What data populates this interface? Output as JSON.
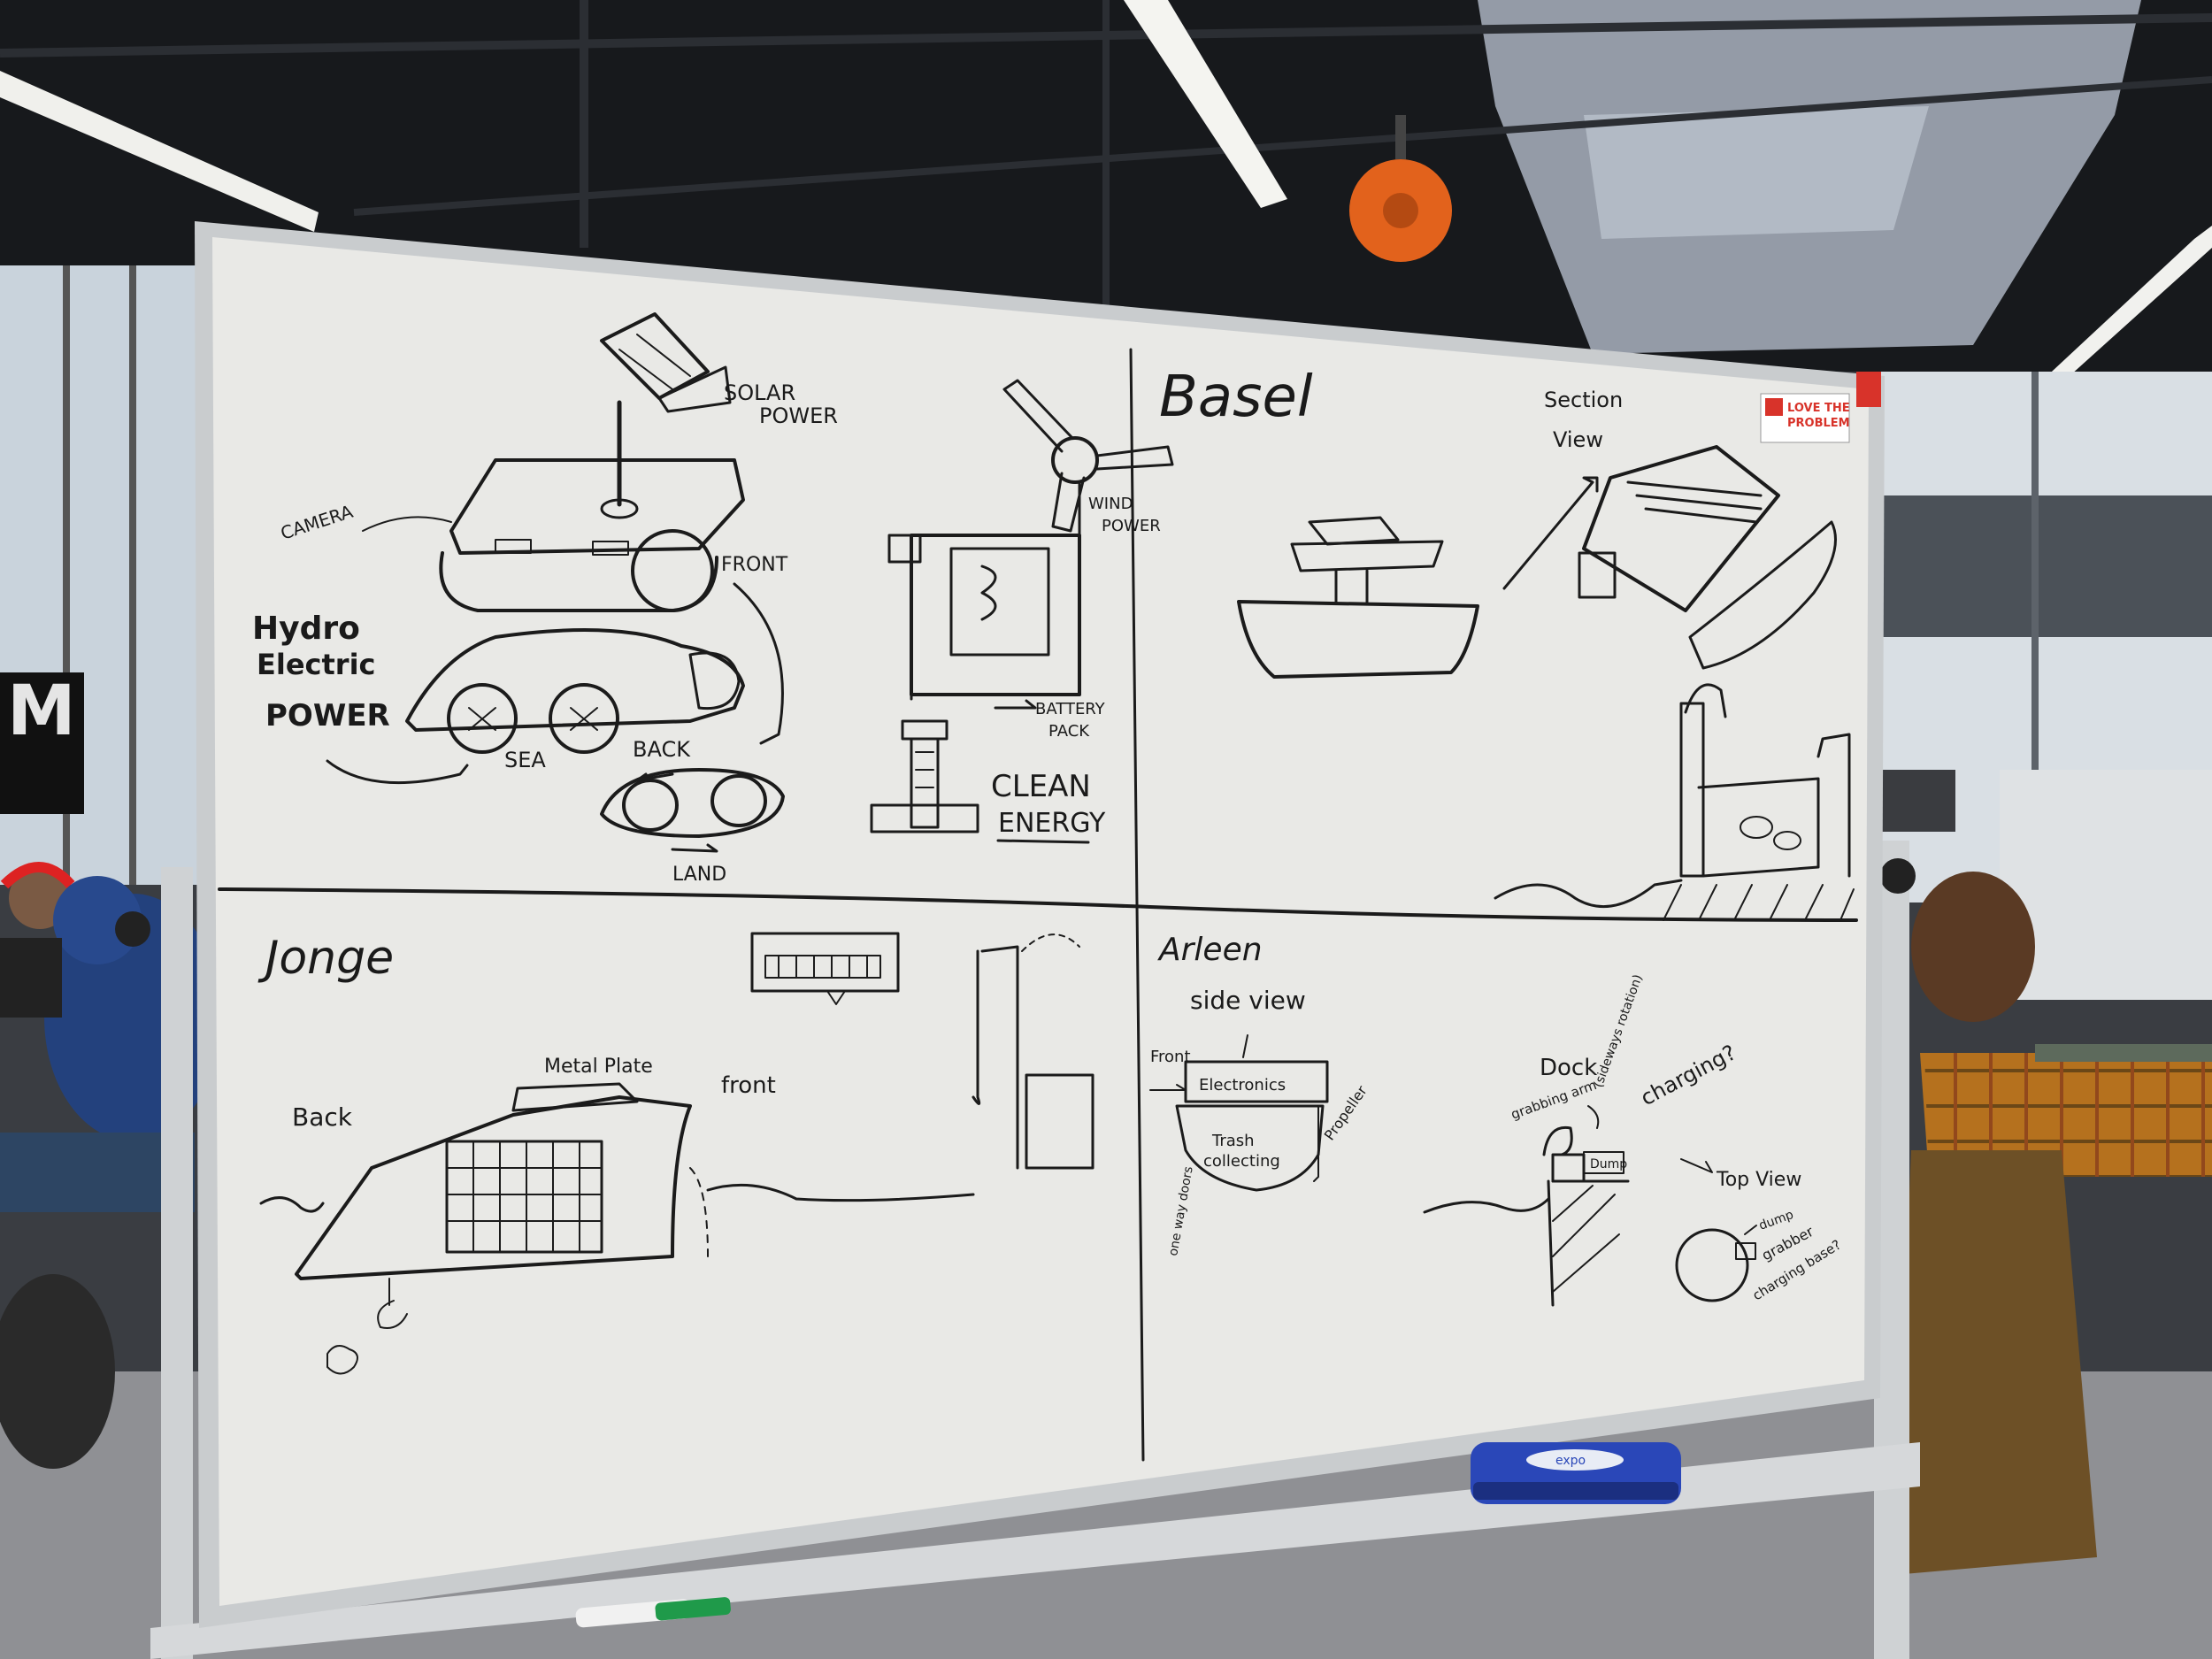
{
  "board": {
    "top_left": {
      "solar_label": "SOLAR POWER",
      "camera_label": "CAMERA",
      "front_label": "FRONT",
      "hydro_label_1": "Hydro",
      "hydro_label_2": "Electric",
      "hydro_label_3": "POWER",
      "sea_label": "SEA",
      "back_label": "BACK",
      "land_label": "LAND",
      "wind_label_1": "WIND",
      "wind_label_2": "POWER",
      "battery_label_1": "BATTERY",
      "battery_label_2": "PACK",
      "clean_label_1": "CLEAN",
      "clean_label_2": "ENERGY"
    },
    "top_right": {
      "name": "Basel",
      "section_label_1": "Section",
      "section_label_2": "View"
    },
    "bottom_left": {
      "name": "Jonge",
      "metal_plate": "Metal Plate",
      "front_label": "front",
      "back_label": "Back"
    },
    "bottom_right": {
      "name": "Arleen",
      "side_view": "side view",
      "front_label": "Front",
      "electronics": "Electronics",
      "propeller": "Propeller",
      "trash_1": "Trash",
      "trash_2": "collecting",
      "one_way": "one way doors",
      "dock": "Dock",
      "grabbing_arm": "grabbing arm",
      "sideways": "(sideways rotation)",
      "charging": "charging?",
      "dump": "Dump",
      "top_view": "Top View",
      "dump_small": "dump",
      "grabber": "grabber",
      "charging_base": "charging base?"
    }
  },
  "sign": {
    "line1": "LOVE THE",
    "line2": "PROBLEM"
  },
  "eraser_label": "expo",
  "colors": {
    "board": "#e9e9e6",
    "frame": "#c9ccce",
    "ceiling": "#17191c",
    "reel": "#e2621c",
    "eraser": "#2a47b8",
    "marker": "#1f9a4a",
    "sign_red": "#d8332a"
  }
}
